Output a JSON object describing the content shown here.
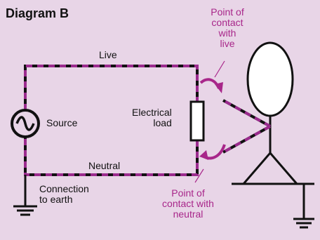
{
  "title": "Diagram B",
  "labels": {
    "live": "Live",
    "neutral": "Neutral",
    "source": "Source",
    "load": "Electrical\nload",
    "earth": "Connection\nto earth",
    "contact_live": "Point of\ncontact\nwith\nlive",
    "contact_neutral": "Point of\ncontact with\nneutral"
  },
  "colors": {
    "background": "#e8d5e7",
    "wire_dash": "#9b2b8e",
    "wire": "#111111",
    "annotation": "#a8268a"
  },
  "icons": {
    "source": "ac-source-icon",
    "earth": "earth-ground-icon",
    "load": "resistor-icon",
    "person": "stick-figure-person-icon"
  }
}
